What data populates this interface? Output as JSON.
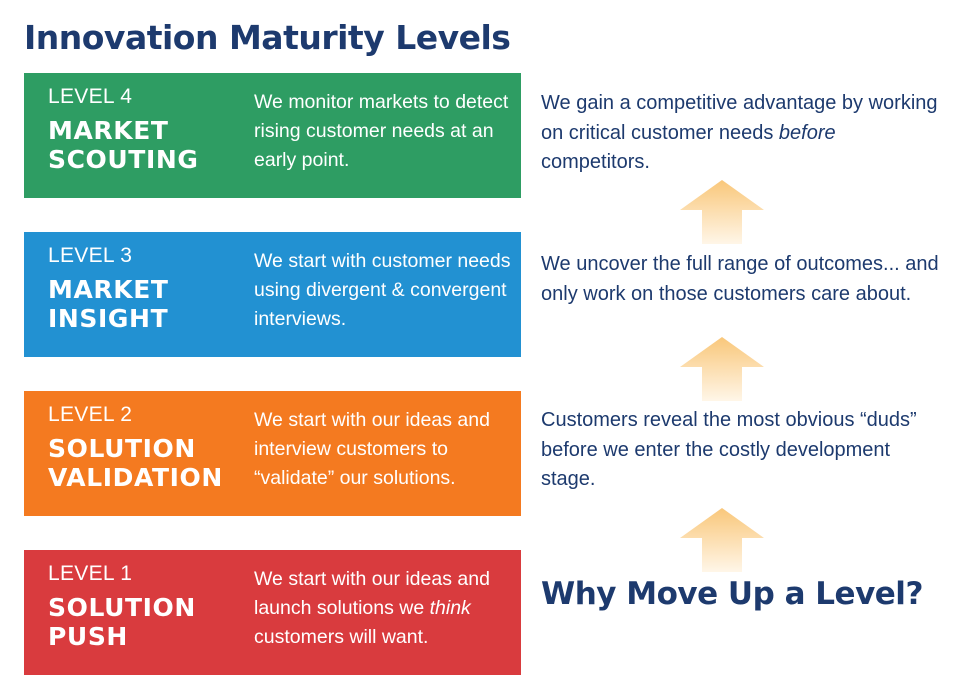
{
  "title": "Innovation Maturity Levels",
  "colors": {
    "title": "#1d3a6e",
    "level4": "#2e9d63",
    "level3": "#2291d2",
    "level2": "#f47a20",
    "level1": "#d93b3e",
    "arrow": "#f9c77a"
  },
  "levels": [
    {
      "level": "LEVEL 4",
      "name_line1": "MARKET",
      "name_line2": "SCOUTING",
      "desc_pre": "We monitor markets to detect rising customer needs at an early point.",
      "desc_em": "",
      "desc_post": ""
    },
    {
      "level": "LEVEL 3",
      "name_line1": "MARKET",
      "name_line2": "INSIGHT",
      "desc_pre": "We start with customer needs using divergent & convergent interviews.",
      "desc_em": "",
      "desc_post": ""
    },
    {
      "level": "LEVEL 2",
      "name_line1": "SOLUTION",
      "name_line2": "VALIDATION",
      "desc_pre": "We start with our ideas and interview customers to “validate” our solutions.",
      "desc_em": "",
      "desc_post": ""
    },
    {
      "level": "LEVEL 1",
      "name_line1": "SOLUTION",
      "name_line2": "PUSH",
      "desc_pre": "We start with our ideas and launch solutions we ",
      "desc_em": "think",
      "desc_post": " customers will want."
    }
  ],
  "benefits": {
    "top": {
      "pre": "We gain a competitive advantage by working on critical customer needs ",
      "em": "before",
      "post": " competitors."
    },
    "middle": "We uncover the full range of outcomes... and only work on those customers care about.",
    "bottom": "Customers reveal the most obvious “duds” before we enter the costly development stage."
  },
  "why": "Why Move Up a Level?",
  "icons": {
    "arrow": "up-arrow-icon"
  }
}
